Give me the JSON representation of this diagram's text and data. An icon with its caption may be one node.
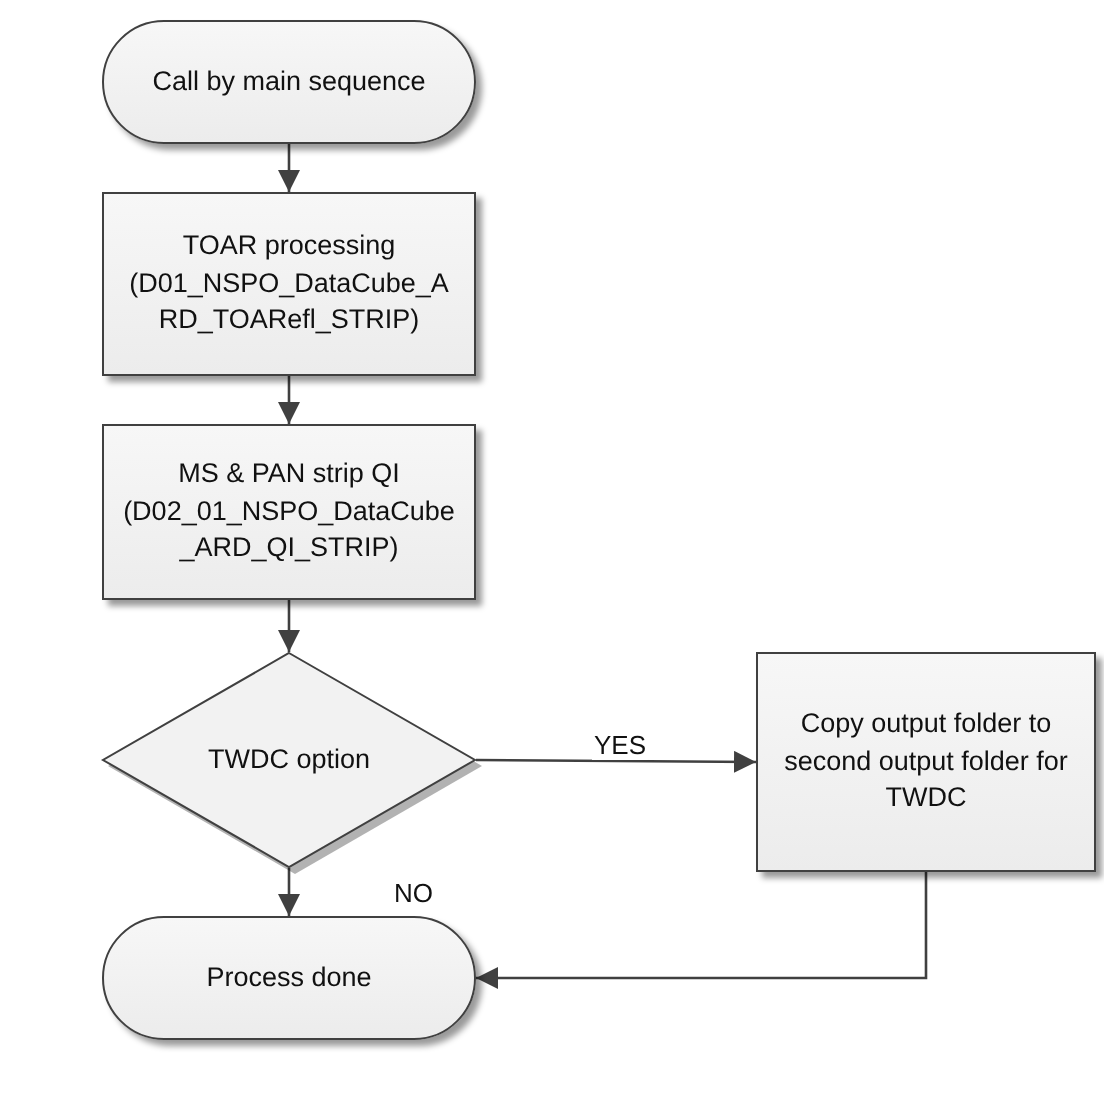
{
  "diagram": {
    "nodes": [
      {
        "text": [
          "Call by main sequence"
        ]
      },
      {
        "text": [
          "TOAR processing (D01_NSPO_DataCube_ARD_TOARefl_STRIP)"
        ]
      },
      {
        "text": [
          "MS & PAN strip QI (D02_01_NSPO_DataCube_ARD_QI_STRIP)"
        ]
      },
      {
        "text": [
          "TWDC option"
        ]
      },
      {
        "text": [
          "Copy output folder to second output folder for TWDC"
        ]
      },
      {
        "text": [
          "Process done"
        ]
      }
    ],
    "edges": [
      {
        "from": 0,
        "to": 1,
        "arrow": "to"
      },
      {
        "from": 1,
        "to": 2,
        "arrow": "to"
      },
      {
        "from": 2,
        "to": 3,
        "arrow": "to"
      },
      {
        "from": 3,
        "to": 4,
        "arrow": "to",
        "label": "YES"
      },
      {
        "from": 3,
        "to": 5,
        "arrow": "to",
        "label": "NO"
      },
      {
        "from": 4,
        "to": 5,
        "arrow": "to"
      }
    ]
  }
}
